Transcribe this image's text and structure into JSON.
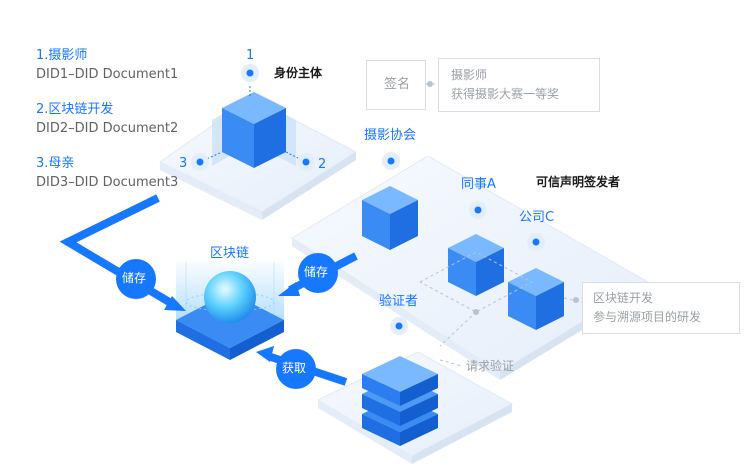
{
  "left_list": {
    "item1_title": "1.摄影师",
    "item1_doc": "DID1–DID Document1",
    "item2_title": "2.区块链开发",
    "item2_doc": "DID2–DID Document2",
    "item3_title": "3.母亲",
    "item3_doc": "DID3–DID Document3"
  },
  "identity": {
    "title": "身份主体",
    "num1": "1",
    "num2": "2",
    "num3": "3"
  },
  "signature": {
    "label": "签名",
    "line1": "摄影师",
    "line2": "获得摄影大赛一等奖"
  },
  "issuers": {
    "title": "可信声明签发者",
    "association": "摄影协会",
    "colleague": "同事A",
    "company": "公司C",
    "claim_line1": "区块链开发",
    "claim_line2": "参与溯源项目的研发"
  },
  "blockchain": {
    "label": "区块链",
    "store_left": "储存",
    "store_right": "储存",
    "fetch": "获取"
  },
  "verifier": {
    "title": "验证者",
    "request": "请求验证"
  },
  "colors": {
    "accent": "#1677ff",
    "cube_top": "#7ab8ff",
    "cube_left": "#3a8bf3",
    "cube_right": "#1f6fe3",
    "platform": "#eef4fc",
    "text_dark": "#1a1a1a",
    "text_grey": "#606266"
  }
}
